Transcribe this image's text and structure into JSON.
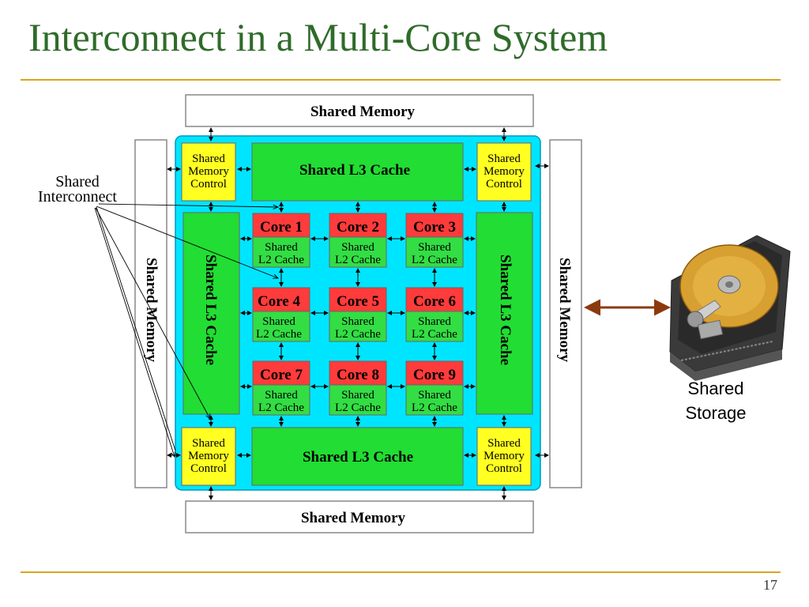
{
  "slide": {
    "title": "Interconnect in a Multi-Core System",
    "page_number": "17"
  },
  "diagram": {
    "shared_memory_top": "Shared Memory",
    "shared_memory_bottom": "Shared Memory",
    "shared_memory_left": "Shared Memory",
    "shared_memory_right": "Shared Memory",
    "l3_top": "Shared L3 Cache",
    "l3_bottom": "Shared L3 Cache",
    "l3_left": "Shared L3 Cache",
    "l3_right": "Shared L3 Cache",
    "mem_control": [
      "Shared",
      "Memory",
      "Control"
    ],
    "cores": [
      "Core 1",
      "Core 2",
      "Core 3",
      "Core 4",
      "Core 5",
      "Core 6",
      "Core 7",
      "Core 8",
      "Core 9"
    ],
    "l2_cache": [
      "Shared",
      "L2 Cache"
    ],
    "interconnect_label": [
      "Shared",
      "Interconnect"
    ],
    "storage_label": [
      "Shared",
      "Storage"
    ],
    "colors": {
      "chip": "#00e5ff",
      "l3": "#22dd33",
      "control": "#ffff22",
      "core": "#ff3b3b",
      "l2": "#33dd44",
      "title": "#2f6b2a",
      "rule": "#d9a520",
      "storage_arrow": "#8b3a0e"
    }
  }
}
